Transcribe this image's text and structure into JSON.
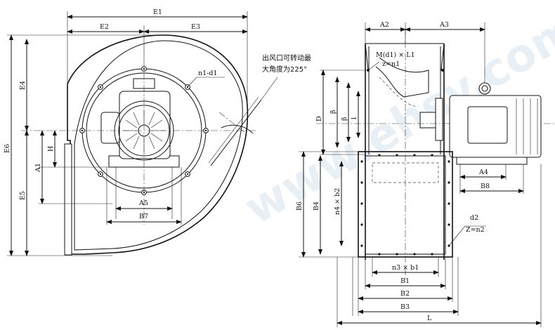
{
  "front_view": {
    "dims": {
      "E1": "E1",
      "E2": "E2",
      "E3": "E3",
      "E4": "E4",
      "E5": "E5",
      "E6": "E6",
      "A1": "A1",
      "H": "H",
      "A5": "A5",
      "B7": "B7",
      "n1d1": "n1-d1"
    },
    "outlet_note_line1": "出风口可转动最",
    "outlet_note_line2": "大角度为225°"
  },
  "side_view": {
    "dims": {
      "A2": "A2",
      "A3": "A3",
      "A4": "A4",
      "B8": "B8",
      "D": "D",
      "phi1": "β",
      "phi2": "β",
      "l": "l",
      "B6": "B6",
      "B4": "B4",
      "n4b2": "n4 × b2",
      "n3b1": "n3 × b1",
      "B1": "B1",
      "B2": "B2",
      "B3": "B3",
      "L": "L",
      "d2": "d2",
      "zn2": "Z=n2",
      "md1": "M(d1) × L1",
      "zn1": "z=n1"
    }
  },
  "watermark": "www.ehsy.com"
}
